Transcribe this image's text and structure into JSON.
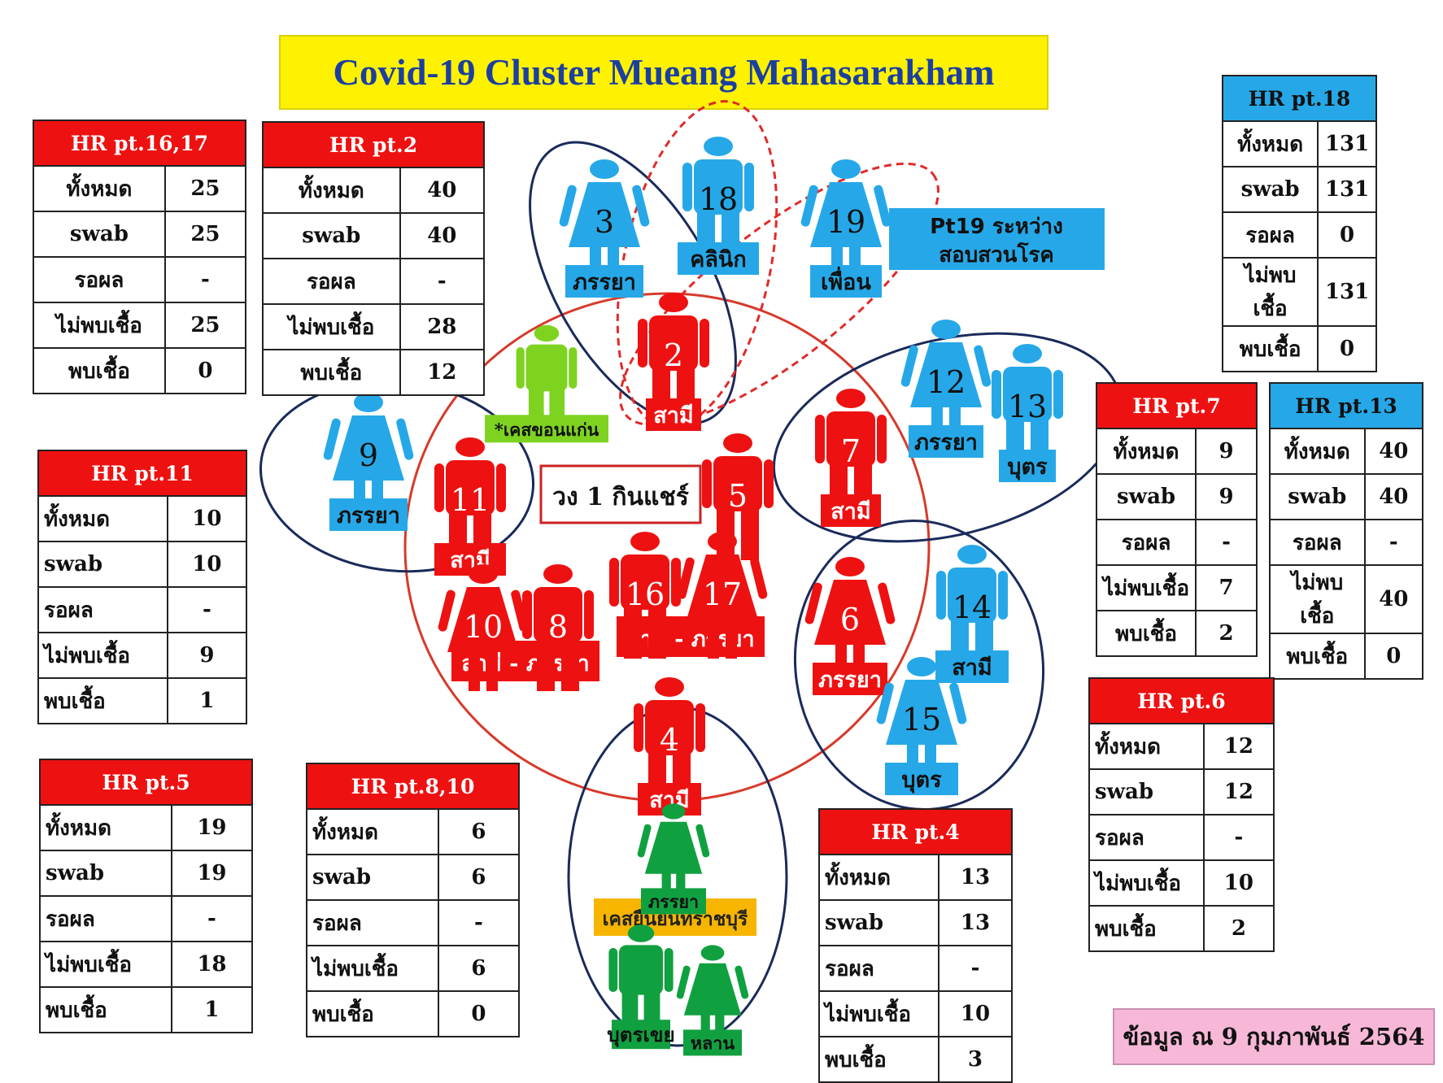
{
  "title": "Covid-19 Cluster Mueang Mahasarakham",
  "date_note": "ข้อมูล ณ 9 กุมภาพันธ์ 2564",
  "pt19_note": {
    "line1": "Pt19  ระหว่าง",
    "line2": "สอบสวนโรค"
  },
  "center_label": "วง 1 กินแชร์",
  "colors": {
    "red": "#ee1111",
    "blue": "#26a8e8",
    "green": "#11a040",
    "lightgreen": "#7ed321",
    "yellow": "#fff200",
    "navy": "#1a2a5a"
  },
  "table_labels": {
    "total": "ทั้งหมด",
    "swab": "swab",
    "pending": "รอผล",
    "negative": "ไม่พบเชื้อ",
    "positive": "พบเชื้อ"
  },
  "tables": {
    "t1617": {
      "title": "HR pt.16,17",
      "values": [
        "25",
        "25",
        "-",
        "25",
        "0"
      ]
    },
    "t2": {
      "title": "HR pt.2",
      "values": [
        "40",
        "40",
        "-",
        "28",
        "12"
      ]
    },
    "t18": {
      "title": "HR pt.18",
      "values": [
        "131",
        "131",
        "0",
        "131",
        "0"
      ]
    },
    "t11": {
      "title": "HR pt.11",
      "values": [
        "10",
        "10",
        "-",
        "9",
        "1"
      ]
    },
    "t7": {
      "title": "HR pt.7",
      "values": [
        "9",
        "9",
        "-",
        "7",
        "2"
      ]
    },
    "t13": {
      "title": "HR pt.13",
      "values": [
        "40",
        "40",
        "-",
        "40",
        "0"
      ]
    },
    "t6": {
      "title": "HR pt.6",
      "values": [
        "12",
        "12",
        "-",
        "10",
        "2"
      ]
    },
    "t5": {
      "title": "HR pt.5",
      "values": [
        "19",
        "19",
        "-",
        "18",
        "1"
      ]
    },
    "t810": {
      "title": "HR pt.8,10",
      "values": [
        "6",
        "6",
        "-",
        "6",
        "0"
      ]
    },
    "t4": {
      "title": "HR pt.4",
      "values": [
        "13",
        "13",
        "-",
        "10",
        "3"
      ]
    }
  },
  "people": [
    {
      "id": "p3",
      "num": "3",
      "label": "ภรรยา",
      "color": "blue",
      "sex": "f"
    },
    {
      "id": "p18",
      "num": "18",
      "label": "คลินิก",
      "color": "blue",
      "sex": "m"
    },
    {
      "id": "p19",
      "num": "19",
      "label": "เพื่อน",
      "color": "blue",
      "sex": "f"
    },
    {
      "id": "p2",
      "num": "2",
      "label": "สามี",
      "color": "red",
      "sex": "m"
    },
    {
      "id": "pkk",
      "num": "",
      "label": "*เคสขอนแก่น",
      "color": "lightgreen",
      "sex": "m"
    },
    {
      "id": "p12",
      "num": "12",
      "label": "ภรรยา",
      "color": "blue",
      "sex": "f"
    },
    {
      "id": "p13",
      "num": "13",
      "label": "บุตร",
      "color": "blue",
      "sex": "m"
    },
    {
      "id": "p7",
      "num": "7",
      "label": "สามี",
      "color": "red",
      "sex": "m"
    },
    {
      "id": "p9",
      "num": "9",
      "label": "ภรรยา",
      "color": "blue",
      "sex": "f"
    },
    {
      "id": "p11",
      "num": "11",
      "label": "สามี",
      "color": "red",
      "sex": "m"
    },
    {
      "id": "p5",
      "num": "5",
      "label": "",
      "color": "red",
      "sex": "m"
    },
    {
      "id": "p10",
      "num": "10",
      "label": "",
      "color": "red",
      "sex": "f"
    },
    {
      "id": "p8",
      "num": "8",
      "label": "",
      "color": "red",
      "sex": "m"
    },
    {
      "id": "p16",
      "num": "16",
      "label": "",
      "color": "red",
      "sex": "m"
    },
    {
      "id": "p17",
      "num": "17",
      "label": "",
      "color": "red",
      "sex": "f"
    },
    {
      "id": "p6",
      "num": "6",
      "label": "ภรรยา",
      "color": "red",
      "sex": "f"
    },
    {
      "id": "p14",
      "num": "14",
      "label": "สามี",
      "color": "blue",
      "sex": "m"
    },
    {
      "id": "p15",
      "num": "15",
      "label": "บุตร",
      "color": "blue",
      "sex": "f"
    },
    {
      "id": "p4",
      "num": "4",
      "label": "สามี",
      "color": "red",
      "sex": "m"
    },
    {
      "id": "pwife",
      "num": "",
      "label": "ภรรยา",
      "color": "green",
      "sex": "f"
    },
    {
      "id": "pson",
      "num": "",
      "label": "บุตรเขย",
      "color": "green",
      "sex": "m"
    },
    {
      "id": "pgrand",
      "num": "",
      "label": "หลาน",
      "color": "green",
      "sex": "f"
    }
  ],
  "group_labels": {
    "g108": "สามี - ภรรยา",
    "g1617": "สามี - ภรรยา",
    "ratchaburi": "เคสยืนยันที่ราชบุรี"
  }
}
